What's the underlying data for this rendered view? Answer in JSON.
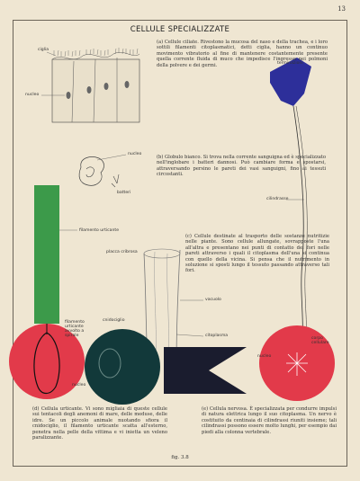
{
  "page_number": "13",
  "title": "CELLULE SPECIALIZZATE",
  "paragraphs": {
    "a": "(a) Cellule ciliate. Rivestono la mucosa del naso e della trachea, e i loro sottili filamenti citoplasmatici, detti ciglia, hanno un continuo movimento vibratorio al fine di mantenere costantemente presente quella corrente fluida di muco che impedisce l'ingresso nei polmoni della polvere e dei germi.",
    "b": "(b) Globulo bianco. Si trova nella corrente sanguigna ed è specializzato nell'inglobare i batteri dannosi. Può cambiare forma e spostarsi, attraversando persino le pareti dei vasi sanguigni, fino ai tessuti circostanti.",
    "c": "(c) Cellule destinate al trasporto delle sostanze nutritizie nelle piante. Sono cellule allungate, sovrapposte l'una all'altra e presentano nei punti di contatto dei fori nelle pareti attraverso i quali il citoplasma dell'una si continua con quello della vicina. Si pensa che il nutrimento in soluzione si sposti lungo il tessuto passando attraverso tali fori.",
    "d": "(d) Cellula urticante. Vi sono migliaia di queste cellule sui tentacoli degli anemoni di mare, delle meduse, delle idre. Se un piccolo animale nuotando sfiora il cnidociglio, il filamento urticante scatta all'esterno, penetra nella pelle della vittima e vi inietta un veleno paralizzante.",
    "e": "(e) Cellula nervosa. È specializzata per condurre impulsi di natura elettrica lungo il suo citoplasma. Un nervo è costituito da centinaia di cilindrassi riuniti insieme; tali cilindrassi possono essere molto lunghi, per esempio dai piedi alla colonna vertebrale."
  },
  "labels": {
    "ciglia": "ciglia",
    "nucleo_a": "nucleo",
    "nucleo_b": "nucleo",
    "batteri": "batteri",
    "terminazioni": "terminazioni",
    "cilindrasse": "cilindrasse",
    "filamento_urticante": "filamento urticante",
    "placca_cribrosa": "placca cribrosa",
    "vacuolo": "vacuolo",
    "citoplasma": "citoplasma",
    "filamento_avvolto": "filamento urticante avvolto a spirale",
    "cnidociglio": "cnidociglio",
    "nucleo_d": "nucleo",
    "corpo_cellulare": "corpo cellulare",
    "nucleo_e": "nucleo"
  },
  "figure_caption": "fig. 3.8",
  "colors": {
    "red": "#e23a4a",
    "teal": "#12393a",
    "navy": "#1a1c2e",
    "green": "#3c9a4a",
    "blue": "#2d2f9a",
    "paper": "#efe6d2"
  }
}
